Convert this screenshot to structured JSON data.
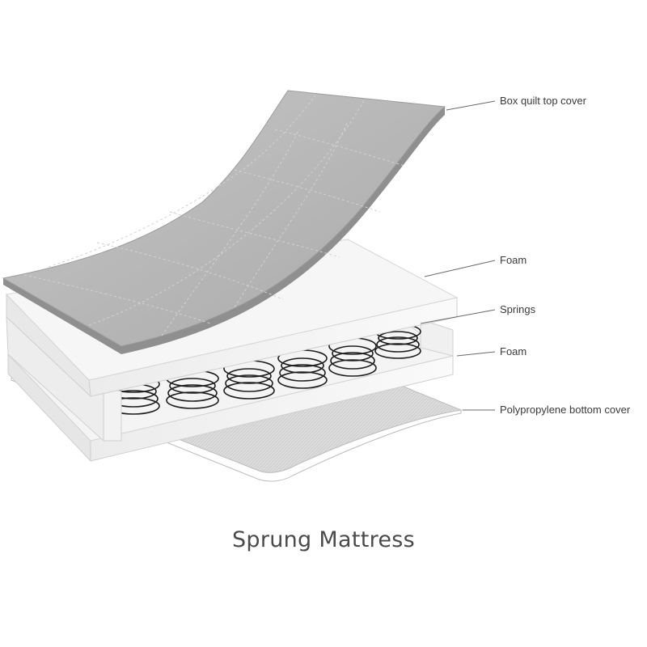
{
  "callouts": {
    "top_cover": "Box quilt top cover",
    "foam_upper": "Foam",
    "springs": "Springs",
    "foam_lower": "Foam",
    "bottom_cover": "Polypropylene bottom cover"
  },
  "caption": "Sprung Mattress",
  "colors": {
    "top_cover": "#b9b9b9",
    "top_cover_edge": "#8f8f8f",
    "foam": "#f2f2f2",
    "foam_edge": "#cfcfcf",
    "spring": "#1e1e1e",
    "bottom_cover": "#d9d9d9",
    "leader_line": "#6a6a6a",
    "text": "#3a3a3a"
  }
}
